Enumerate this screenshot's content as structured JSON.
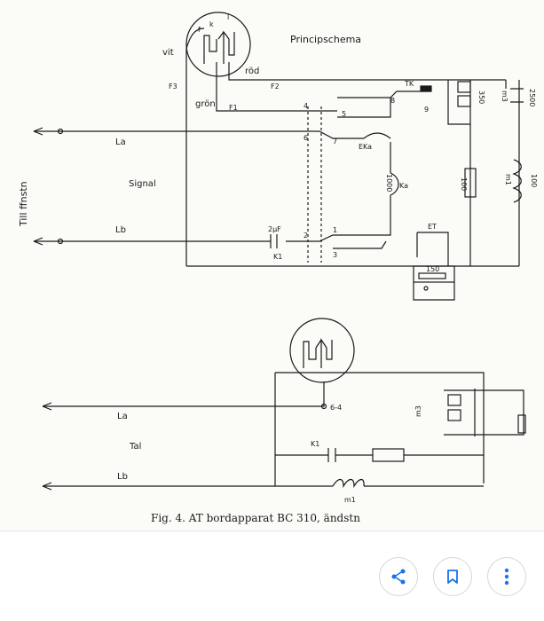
{
  "diagram": {
    "title": "Principschema",
    "caption": "Fig. 4.   AT bordapparat BC 310, ändstn",
    "side_label": "Till ffnstn",
    "top": {
      "section_label": "Signal",
      "line_a": "La",
      "line_b": "Lb",
      "wire_white": "vit",
      "wire_red": "röd",
      "wire_green": "grön",
      "fuse_3": "F3",
      "fuse_2": "F2",
      "fuse_1": "F1",
      "contact_f": "f",
      "contact_k": "k",
      "contact_l": "l",
      "tk": "TK",
      "n4": "4",
      "n5": "5",
      "n6": "6",
      "n7": "7",
      "n8": "8",
      "n9": "9",
      "n2": "2",
      "n1": "1",
      "n3": "3",
      "eka": "EKa",
      "ka": "Ka",
      "r1000": "1000",
      "r350": "350",
      "m3": "m3",
      "r2500": "2500",
      "r100_mid": "100",
      "m1": "m1",
      "r100_right": "100",
      "et": "ET",
      "cap": "2μF",
      "k1": "K1",
      "r150": "150"
    },
    "bottom": {
      "section_label": "Tal",
      "line_a": "La",
      "line_b": "Lb",
      "n64": "6-4",
      "k1": "K1",
      "m3": "m3",
      "m1": "m1"
    }
  },
  "actions": {
    "share": "share-icon",
    "save": "bookmark-icon",
    "more": "more-vertical-icon"
  }
}
